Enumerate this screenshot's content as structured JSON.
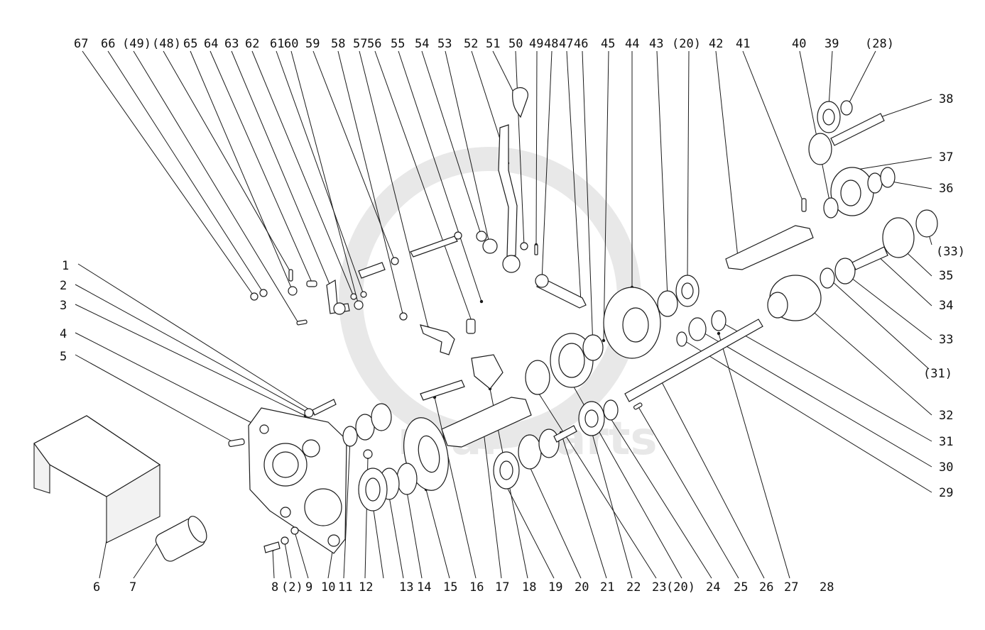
{
  "diagram": {
    "watermark": "rear-parts",
    "watermark_color": "#d9d9d9",
    "line_color": "#1a1a1a",
    "callouts": [
      {
        "label": "67"
      },
      {
        "label": "66"
      },
      {
        "label": "(49)"
      },
      {
        "label": "(48)"
      },
      {
        "label": "65"
      },
      {
        "label": "64"
      },
      {
        "label": "63"
      },
      {
        "label": "62"
      },
      {
        "label": "61"
      },
      {
        "label": "60"
      },
      {
        "label": "59"
      },
      {
        "label": "58"
      },
      {
        "label": "57"
      },
      {
        "label": "56"
      },
      {
        "label": "55"
      },
      {
        "label": "54"
      },
      {
        "label": "53"
      },
      {
        "label": "52"
      },
      {
        "label": "51"
      },
      {
        "label": "50"
      },
      {
        "label": "49"
      },
      {
        "label": "48"
      },
      {
        "label": "47"
      },
      {
        "label": "46"
      },
      {
        "label": "45"
      },
      {
        "label": "44"
      },
      {
        "label": "43"
      },
      {
        "label": "(20)"
      },
      {
        "label": "42"
      },
      {
        "label": "41"
      },
      {
        "label": "40"
      },
      {
        "label": "39"
      },
      {
        "label": "(28)"
      },
      {
        "label": "38"
      },
      {
        "label": "37"
      },
      {
        "label": "36"
      },
      {
        "label": "(33)"
      },
      {
        "label": "35"
      },
      {
        "label": "34"
      },
      {
        "label": "33"
      },
      {
        "label": "(31)"
      },
      {
        "label": "32"
      },
      {
        "label": "31"
      },
      {
        "label": "30"
      },
      {
        "label": "29"
      },
      {
        "label": "1"
      },
      {
        "label": "2"
      },
      {
        "label": "3"
      },
      {
        "label": "4"
      },
      {
        "label": "5"
      },
      {
        "label": "6"
      },
      {
        "label": "7"
      },
      {
        "label": "8"
      },
      {
        "label": "(2)"
      },
      {
        "label": "9"
      },
      {
        "label": "10"
      },
      {
        "label": "11"
      },
      {
        "label": "12"
      },
      {
        "label": "13"
      },
      {
        "label": "14"
      },
      {
        "label": "15"
      },
      {
        "label": "16"
      },
      {
        "label": "17"
      },
      {
        "label": "18"
      },
      {
        "label": "19"
      },
      {
        "label": "20"
      },
      {
        "label": "21"
      },
      {
        "label": "22"
      },
      {
        "label": "23"
      },
      {
        "label": "(20)"
      },
      {
        "label": "24"
      },
      {
        "label": "25"
      },
      {
        "label": "26"
      },
      {
        "label": "27"
      },
      {
        "label": "28"
      }
    ]
  }
}
